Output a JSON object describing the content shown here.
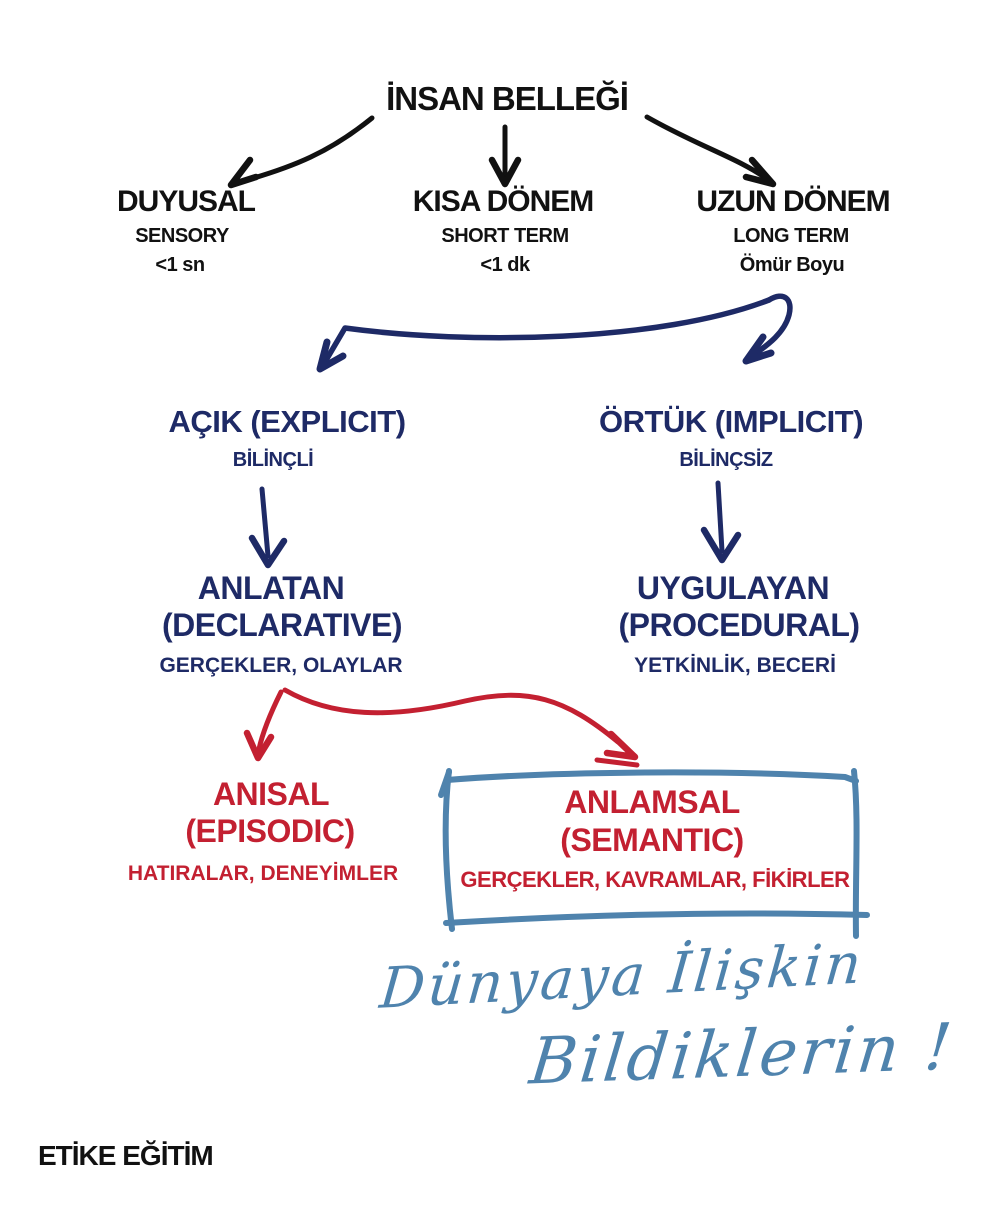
{
  "colors": {
    "ink": "#111111",
    "navy": "#1e2a66",
    "red": "#c32031",
    "steel": "#4f83ad",
    "bg": "#ffffff"
  },
  "title": "İNSAN BELLEĞİ",
  "nodes": {
    "duyusal": {
      "title": "DUYUSAL",
      "subtitle": "SENSORY",
      "duration": "<1 sn"
    },
    "kisa_donem": {
      "title": "KISA DÖNEM",
      "subtitle": "SHORT TERM",
      "duration": "<1 dk"
    },
    "uzun_donem": {
      "title": "UZUN DÖNEM",
      "subtitle": "LONG TERM",
      "duration": "Ömür Boyu"
    },
    "acik": {
      "title": "AÇIK (EXPLICIT)",
      "subtitle": "BİLİNÇLİ"
    },
    "ortuk": {
      "title": "ÖRTÜK (IMPLICIT)",
      "subtitle": "BİLİNÇSİZ"
    },
    "anlatan": {
      "title": "ANLATAN",
      "subtitle": "(DECLARATIVE)",
      "detail": "GERÇEKLER, OLAYLAR"
    },
    "uygulayan": {
      "title": "UYGULAYAN",
      "subtitle": "(PROCEDURAL)",
      "detail": "YETKİNLİK, BECERİ"
    },
    "anisal": {
      "title": "ANISAL",
      "subtitle": "(EPISODIC)",
      "detail": "HATIRALAR, DENEYİMLER"
    },
    "anlamsal": {
      "title": "ANLAMSAL",
      "subtitle": "(SEMANTIC)",
      "detail": "GERÇEKLER, KAVRAMLAR, FİKİRLER"
    }
  },
  "handwritten_note": {
    "line1": "Dünyaya İlişkin",
    "line2": "Bildiklerin !"
  },
  "footer": {
    "brand": "ETİKE EĞİTİM"
  }
}
